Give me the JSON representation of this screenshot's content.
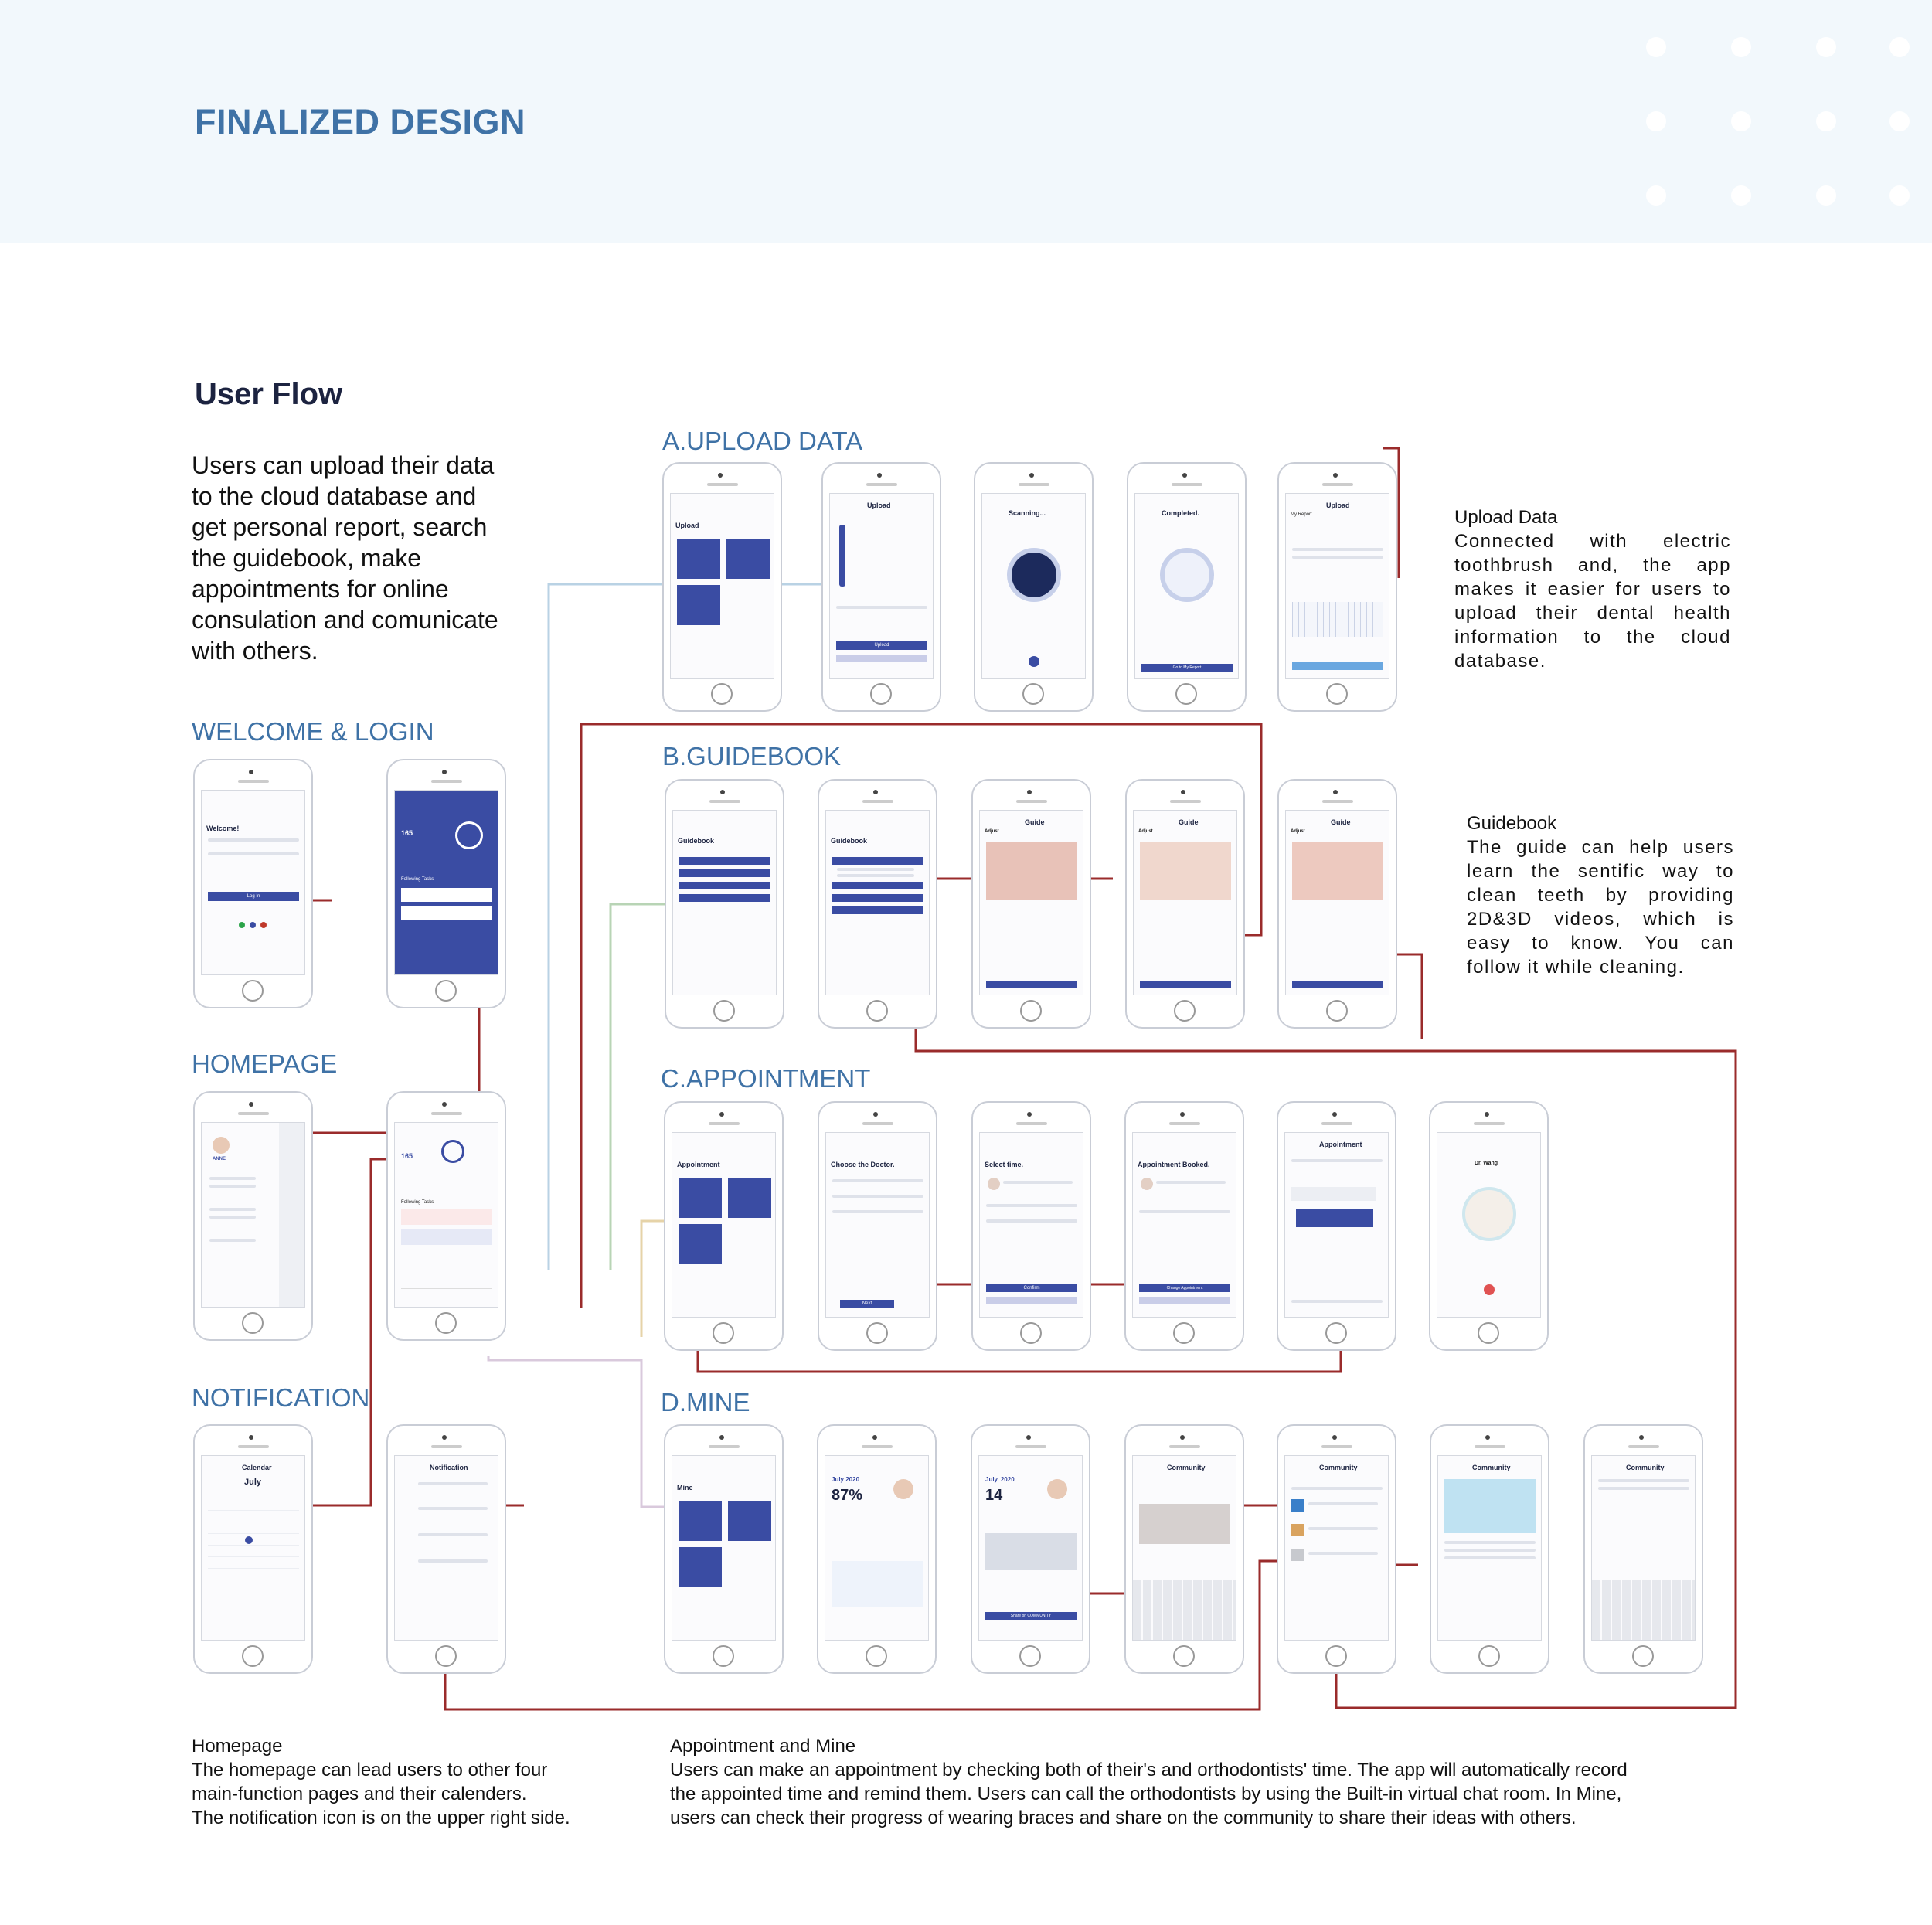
{
  "banner": {
    "title": "FINALIZED DESIGN"
  },
  "user_flow": {
    "title": "User Flow",
    "intro": "Users can upload their data to the cloud database and get personal report, search the guidebook, make appointments for online consulation and comunicate with others."
  },
  "sections": {
    "welcome": "WELCOME & LOGIN",
    "homepage": "HOMEPAGE",
    "notification": "NOTIFICATION",
    "upload": "A.UPLOAD DATA",
    "guidebook": "B.GUIDEBOOK",
    "appointment": "C.APPOINTMENT",
    "mine": "D.MINE"
  },
  "notes": {
    "upload": {
      "head": "Upload Data",
      "body": "Connected with electric toothbrush and, the app makes it easier for users to upload their dental health information to the cloud database."
    },
    "guidebook": {
      "head": "Guidebook",
      "body": "The guide can help users learn the sentific way to clean teeth by providing 2D&3D videos, which is easy to know. You can follow it while cleaning."
    }
  },
  "footer": {
    "homepage": {
      "head": "Homepage",
      "lines": [
        "The homepage can lead users to other four",
        "main-function pages and their calenders.",
        "The notification icon is on the upper right side."
      ]
    },
    "appointment": {
      "head": "Appointment and Mine",
      "lines": [
        "Users can make an appointment by checking both of their's and orthodontists' time. The app will automatically record",
        "the appointed time and remind them. Users can call the orthodontists by using the Built-in virtual chat room. In Mine,",
        "users can check their  progress of wearing braces and share on the community to share their ideas with others."
      ]
    }
  },
  "screens": {
    "login": {
      "welcome": "Welcome!",
      "button": "Log In"
    },
    "home": {
      "days": "165",
      "following": "Following Tasks"
    },
    "drawer": {
      "name": "ANNE"
    },
    "calendar": {
      "title": "Calendar",
      "month": "July"
    },
    "notification": {
      "title": "Notification"
    },
    "upload1": {
      "title": "Upload"
    },
    "upload2": {
      "title": "Upload",
      "button": "Upload"
    },
    "upload3": {
      "title": "Scanning..."
    },
    "upload4": {
      "title": "Completed.",
      "button": "Go to My Report"
    },
    "upload5": {
      "title": "Upload",
      "subtitle": "My Report"
    },
    "guide1": {
      "title": "Guidebook"
    },
    "guide2": {
      "title": "Guidebook"
    },
    "guide3": {
      "title": "Guide",
      "label": "Adjust"
    },
    "guide4": {
      "title": "Guide",
      "label": "Adjust"
    },
    "guide5": {
      "title": "Guide",
      "label": "Adjust"
    },
    "appt1": {
      "title": "Appointment"
    },
    "appt2": {
      "title": "Choose the Doctor.",
      "button": "Next"
    },
    "appt3": {
      "title": "Select time.",
      "button": "Confirm"
    },
    "appt4": {
      "title": "Appointment Booked.",
      "button": "Change Appointment"
    },
    "appt5": {
      "title": "Appointment"
    },
    "appt6": {
      "title": "Dr. Wang"
    },
    "mine1": {
      "title": "Mine"
    },
    "mine2": {
      "title": "July 2020",
      "value": "87%"
    },
    "mine3": {
      "title": "July, 2020",
      "value": "14",
      "button": "Share on COMMUNITY"
    },
    "mine4": {
      "title": "Community"
    },
    "mine5": {
      "title": "Community"
    },
    "mine6": {
      "title": "Community"
    },
    "mine7": {
      "title": "Community"
    }
  },
  "colors": {
    "accent": "#3f72a6",
    "flow_line": "#9a2b2b",
    "app_blue": "#3a4ca3",
    "banner_bg": "#f2f8fc"
  }
}
